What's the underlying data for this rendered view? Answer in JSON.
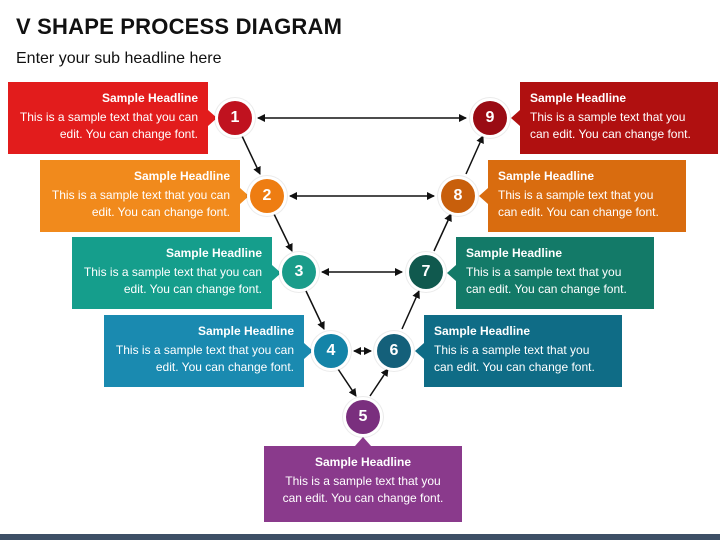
{
  "title": "V SHAPE PROCESS DIAGRAM",
  "subtitle": "Enter your sub headline here",
  "steps": [
    {
      "num": "1",
      "headline": "Sample Headline",
      "text": "This is a sample text that you can edit. You can change font.",
      "color": "#e21c1c",
      "ring": "#c0121f"
    },
    {
      "num": "2",
      "headline": "Sample Headline",
      "text": "This is a sample text that you can edit. You can change font.",
      "color": "#f18a1c",
      "ring": "#ee7d12"
    },
    {
      "num": "3",
      "headline": "Sample Headline",
      "text": "This is a sample text that you can edit. You can change font.",
      "color": "#159e8c",
      "ring": "#1a9c8a"
    },
    {
      "num": "4",
      "headline": "Sample Headline",
      "text": "This is a sample text that you can edit. You can change font.",
      "color": "#1a8ab0",
      "ring": "#1484a8"
    },
    {
      "num": "5",
      "headline": "Sample Headline",
      "text": "This is a sample text that you can edit. You can change font.",
      "color": "#8a3a8c",
      "ring": "#7a2f7e"
    },
    {
      "num": "6",
      "headline": "Sample Headline",
      "text": "This is a sample text that you can edit. You can change font.",
      "color": "#0f6c86",
      "ring": "#14607a"
    },
    {
      "num": "7",
      "headline": "Sample Headline",
      "text": "This is a sample text that you can edit. You can change font.",
      "color": "#137a68",
      "ring": "#10594e"
    },
    {
      "num": "8",
      "headline": "Sample Headline",
      "text": "This is a sample text that you can edit. You can change font.",
      "color": "#d96c0f",
      "ring": "#c85f0c"
    },
    {
      "num": "9",
      "headline": "Sample Headline",
      "text": "This is a sample text that you can edit. You can change font.",
      "color": "#b01010",
      "ring": "#9a0c14"
    }
  ]
}
